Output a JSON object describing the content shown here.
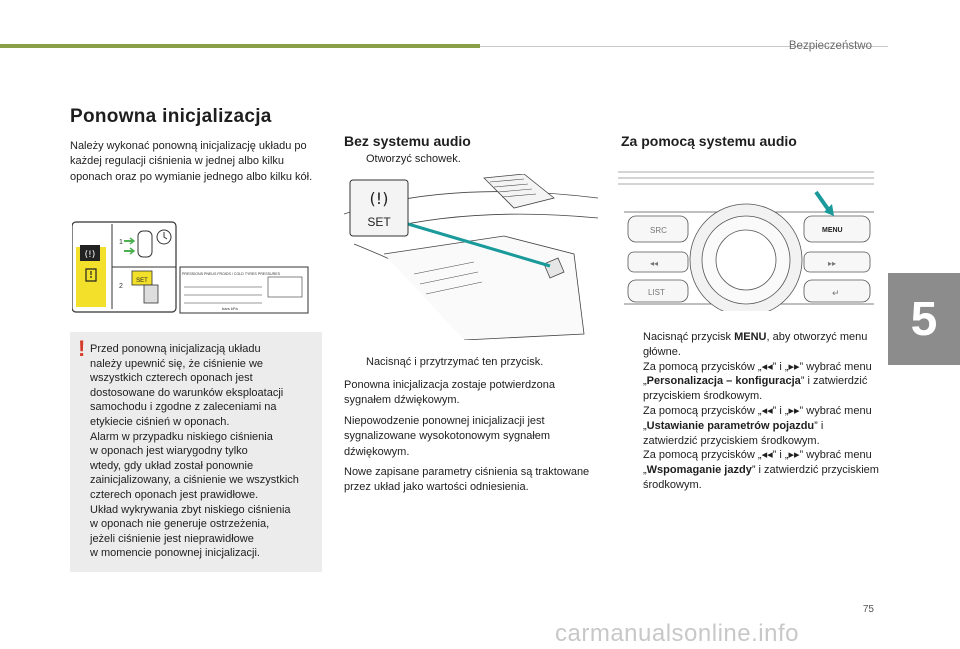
{
  "header": {
    "section": "Bezpieczeństwo"
  },
  "chapter": {
    "number": "5"
  },
  "page": {
    "number": "75"
  },
  "title": "Ponowna inicjalizacja",
  "intro": "Należy wykonać ponowną inicjalizację układu po każdej regulacji ciśnienia w jednej albo kilku oponach oraz po wymianie jednego albo kilku kół.",
  "label_figure": {
    "step1": "1",
    "step2": "2",
    "set_label": "SET",
    "pressure_title": "PRESSIONS PNEUS FROIDS / COLD TYRES PRESSURES",
    "bottom_labels": "bars    kPa"
  },
  "warning": {
    "mark": "!",
    "lines": [
      "Przed ponowną inicjalizacją układu",
      "należy upewnić się, że ciśnienie we",
      "wszystkich czterech oponach jest",
      "dostosowane do warunków eksploatacji",
      "samochodu i zgodne z zaleceniami na",
      "etykiecie ciśnień w oponach.",
      "Alarm w przypadku niskiego ciśnienia",
      "w oponach jest wiarygodny tylko",
      "wtedy, gdy układ został ponownie",
      "zainicjalizowany, a ciśnienie we wszystkich",
      "czterech oponach jest prawidłowe.",
      "Układ wykrywania zbyt niskiego ciśnienia",
      "w oponach nie generuje ostrzeżenia,",
      "jeżeli ciśnienie jest nieprawidłowe",
      "w momencie ponownej inicjalizacji."
    ]
  },
  "no_audio": {
    "heading": "Bez systemu audio",
    "bullet_mark": "",
    "step_open": "Otworzyć schowek.",
    "set_button_label": "SET",
    "step_press": "Nacisnąć i przytrzymać ten przycisk.",
    "para1": "Ponowna inicjalizacja zostaje potwierdzona sygnałem dźwiękowym.",
    "para2": "Niepowodzenie ponownej inicjalizacji jest sygnalizowane wysokotonowym sygnałem dźwiękowym.",
    "para3": "Nowe zapisane parametry ciśnienia są traktowane przez układ jako wartości odniesienia."
  },
  "audio": {
    "heading": "Za pomocą systemu audio",
    "panel": {
      "src": "SRC",
      "menu": "MENU",
      "list": "LIST",
      "prev": "◂◂",
      "next": "▸▸",
      "back": "↵"
    },
    "steps": [
      {
        "pre": "Nacisnąć przycisk ",
        "bold": "MENU",
        "post": ", aby otworzyć menu główne."
      },
      {
        "pre": "Za pomocą przycisków „◂◂” i „▸▸” wybrać menu „",
        "bold": "Personalizacja – konfiguracja",
        "post": "” i zatwierdzić przyciskiem środkowym."
      },
      {
        "pre": "Za pomocą przycisków „◂◂” i „▸▸” wybrać menu „",
        "bold": "Ustawianie parametrów pojazdu",
        "post": "” i zatwierdzić przyciskiem środkowym."
      },
      {
        "pre": "Za pomocą przycisków „◂◂” i „▸▸” wybrać menu „",
        "bold": "Wspomaganie jazdy",
        "post": "” i zatwierdzić przyciskiem środkowym."
      }
    ]
  },
  "watermark": "carmanualsonline.info",
  "colors": {
    "accent_green": "#8aa048",
    "warning_red": "#d63b2a",
    "chapter_gray": "#8c8c8c",
    "teal": "#1a9a9a",
    "label_yellow": "#f2e02a"
  }
}
